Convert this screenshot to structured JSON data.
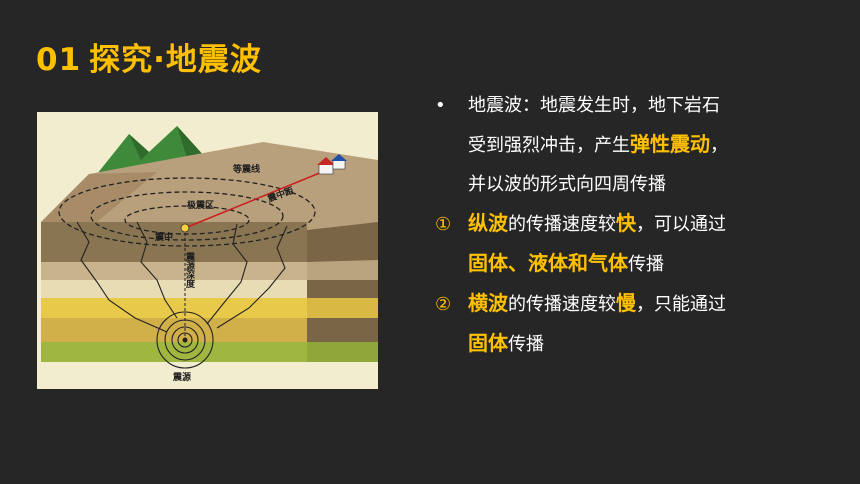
{
  "slide": {
    "title_number": "01",
    "title_text": "探究·地震波",
    "accent_color": "#ffc000",
    "background_color": "#262626"
  },
  "figure": {
    "labels": {
      "isoseismal": "等震线",
      "epicentral_area": "极震区",
      "epicentral_distance": "震中距",
      "epicenter": "震中",
      "focal_depth": "震源深度",
      "focus": "震源"
    }
  },
  "bullets": {
    "marker": "•",
    "line1": "地震波：地震发生时，地下岩石",
    "line2_a": "受到强烈冲击，产生",
    "line2_hl": "弹性震动",
    "line2_b": "，",
    "line3": "并以波的形式向四周传播"
  },
  "item1": {
    "marker": "①",
    "hl1": "纵波",
    "text1": "的传播速度较",
    "hl2": "快",
    "text2": "，可以通过",
    "hl3": "固体、液体和气体",
    "text3": "传播"
  },
  "item2": {
    "marker": "②",
    "hl1": "横波",
    "text1": "的传播速度较",
    "hl2": "慢",
    "text2": "，只能通过",
    "hl3": "固体",
    "text3": "传播"
  }
}
